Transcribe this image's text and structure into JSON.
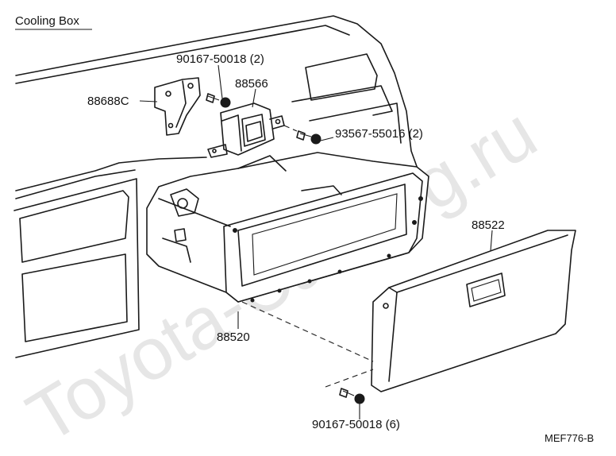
{
  "title": "Cooling Box",
  "watermark": "Toyota-Catalog.ru",
  "figure_code": "MEF776-B",
  "callouts": {
    "p1": "90167-50018 (2)",
    "p2": "88566",
    "p3": "88688C",
    "p4": "93567-55016 (2)",
    "p5": "88522",
    "p6": "88520",
    "p7": "90167-50018 (6)"
  }
}
